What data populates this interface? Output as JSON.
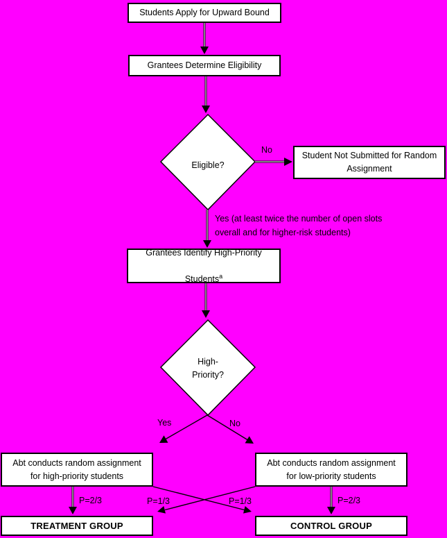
{
  "colors": {
    "background": "#FF00FF",
    "node_fill": "#FFFFFF",
    "line": "#000000"
  },
  "nodes": {
    "apply": {
      "text": "Students Apply for Upward Bound"
    },
    "eligibility": {
      "text": "Grantees Determine Eligibility"
    },
    "eligible_decision": {
      "text": "Eligible?"
    },
    "not_submitted": {
      "text": "Student Not Submitted for Random\nAssignment"
    },
    "identify": {
      "line1": "Grantees Identify High-Priority",
      "line2": "Students",
      "footnote": "a"
    },
    "priority_decision": {
      "text": "High-\nPriority?"
    },
    "abt_high": {
      "text": "Abt conducts random assignment\nfor high-priority students"
    },
    "abt_low": {
      "text": "Abt conducts random assignment\nfor low-priority students"
    },
    "treatment": {
      "text": "TREATMENT GROUP"
    },
    "control": {
      "text": "CONTROL GROUP"
    }
  },
  "edge_labels": {
    "eligible_no": "No",
    "eligible_yes": "Yes (at least twice the number of open slots\noverall and for higher-risk students)",
    "priority_yes": "Yes",
    "priority_no": "No",
    "p_high_to_treatment": "P=2/3",
    "p_low_to_treatment": "P=1/3",
    "p_high_to_control": "P=1/3",
    "p_low_to_control": "P=2/3"
  }
}
